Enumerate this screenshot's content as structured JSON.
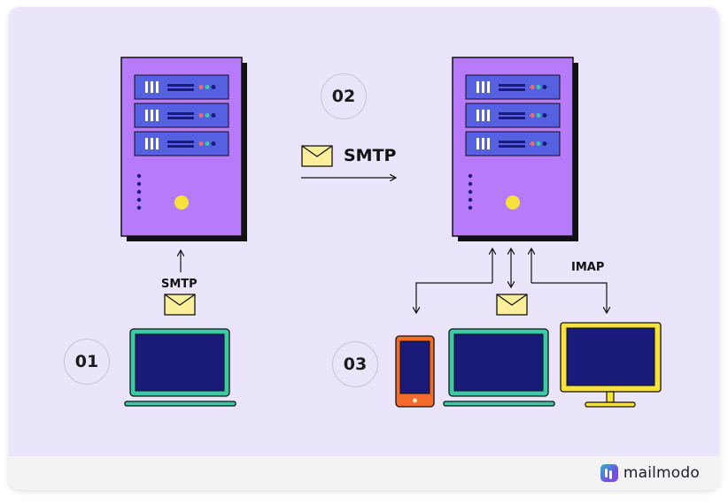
{
  "steps": [
    "01",
    "02",
    "03"
  ],
  "labels": {
    "smtp_client": "SMTP",
    "smtp_server": "SMTP",
    "imap": "IMAP"
  },
  "brand": {
    "name": "mailmodo"
  },
  "colors": {
    "background": "#ebe5fb",
    "server": "#b67afb",
    "server_slot": "#5561e0",
    "server_dark": "#1b1c7e",
    "screen": "#1a1a7a",
    "laptop_frame": "#3cc9a8",
    "phone_frame": "#f26b2a",
    "monitor_frame": "#f6e23a",
    "envelope": "#fbef9b",
    "indicator": "#f6e23a"
  },
  "icons": [
    "server-icon",
    "envelope-icon",
    "laptop-icon",
    "phone-icon",
    "monitor-icon",
    "arrow-icon"
  ]
}
